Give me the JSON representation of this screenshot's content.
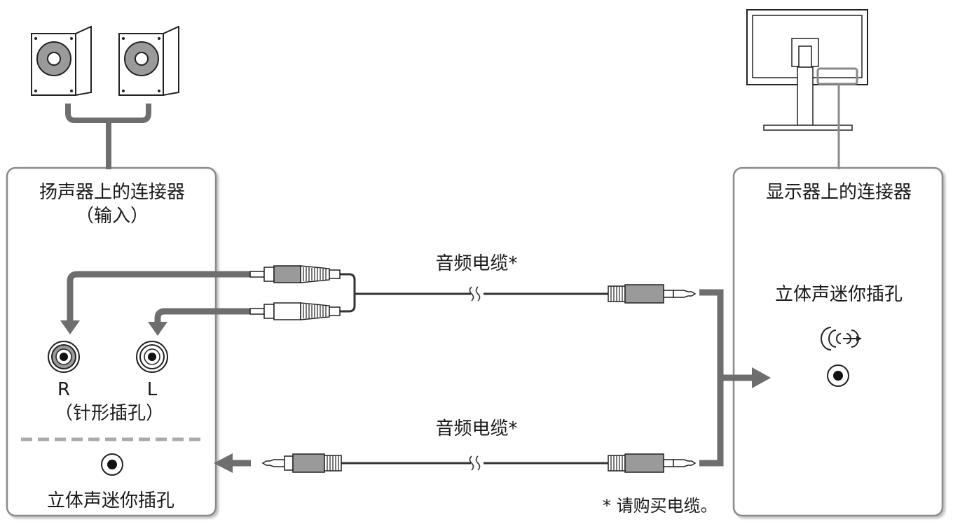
{
  "speaker_panel": {
    "title": "扬声器上的连接器",
    "subtitle": "（输入）",
    "label_r": "R",
    "label_l": "L",
    "pin_jack_label": "（针形插孔）",
    "mini_jack_label": "立体声迷你插孔"
  },
  "monitor_panel": {
    "title": "显示器上的连接器",
    "mini_jack_label": "立体声迷你插孔",
    "audio_out_icon": "audio-output-icon"
  },
  "cables": {
    "top_label": "音频电缆*",
    "bottom_label": "音频电缆*"
  },
  "footnote": "* 请购买电缆。",
  "colors": {
    "panel_border": "#8a8a8a",
    "cable": "#333333",
    "arrow": "#6e6e6e",
    "plug_body": "#9a9a9a",
    "jack_ring": "#9a9a9a"
  }
}
